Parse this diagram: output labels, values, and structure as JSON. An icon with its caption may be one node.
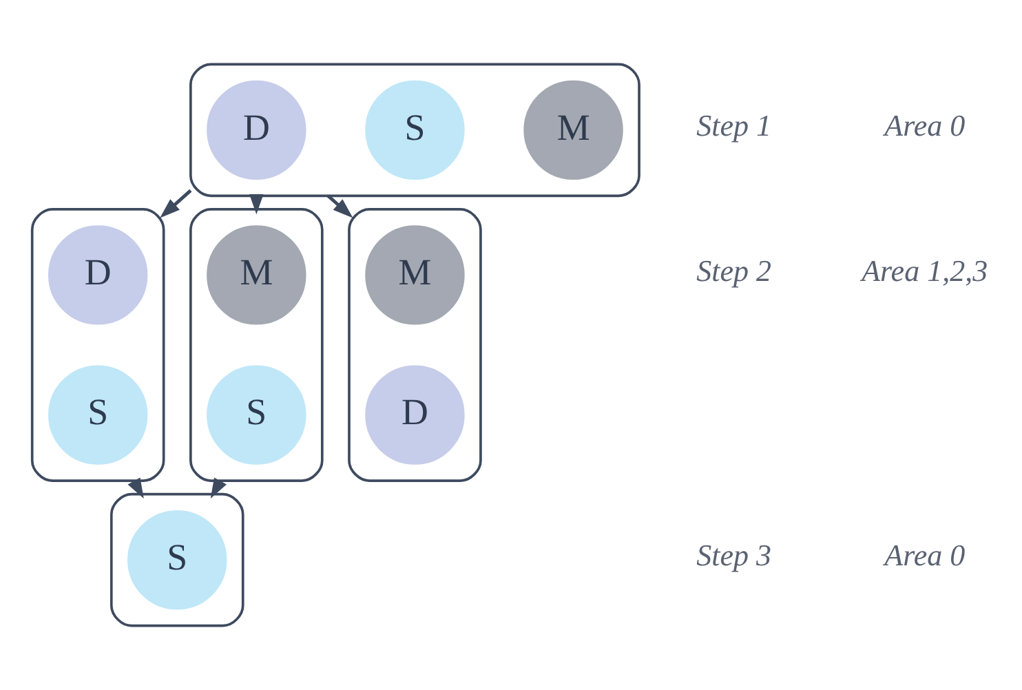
{
  "diagram": {
    "nodes": [
      {
        "text": [],
        "shape": "box"
      },
      {
        "text": [
          "M"
        ],
        "in": 0
      },
      {
        "text": [
          "S"
        ],
        "in": 0
      },
      {
        "text": [
          "D"
        ],
        "in": 0
      },
      {
        "text": [],
        "shape": "box"
      },
      {
        "text": [
          "D"
        ],
        "in": 4
      },
      {
        "text": [
          "S"
        ],
        "in": 4
      },
      {
        "text": [],
        "shape": "box"
      },
      {
        "text": [
          "M"
        ],
        "in": 7
      },
      {
        "text": [
          "S"
        ],
        "in": 7
      },
      {
        "text": [],
        "shape": "box"
      },
      {
        "text": [
          "M"
        ],
        "in": 10
      },
      {
        "text": [
          "D"
        ],
        "in": 10
      },
      {
        "text": [],
        "shape": "box"
      },
      {
        "text": [
          "S"
        ],
        "in": 13
      }
    ],
    "edges": [
      {
        "from": 0,
        "to": 4,
        "arrow": "to"
      },
      {
        "from": 0,
        "to": 7,
        "arrow": "to"
      },
      {
        "from": 0,
        "to": 10,
        "arrow": "to"
      },
      {
        "from": 4,
        "to": 13,
        "arrow": "to"
      },
      {
        "from": 7,
        "to": 13,
        "arrow": "to"
      }
    ],
    "labels": [
      "Step 1",
      "Area 0",
      "Step 2",
      "Area 1,2,3",
      "Step 3",
      "Area 0"
    ]
  }
}
